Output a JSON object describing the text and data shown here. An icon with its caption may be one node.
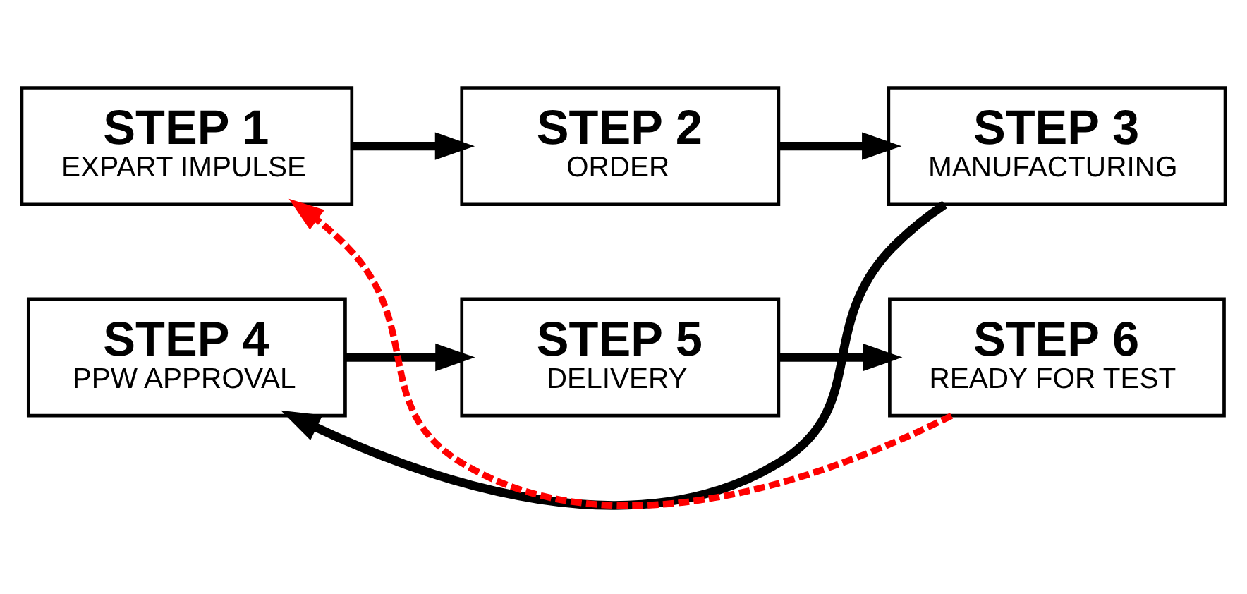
{
  "diagram": {
    "nodes": [
      {
        "text": [
          "STEP 1",
          "EXPART IMPULSE"
        ]
      },
      {
        "text": [
          "STEP 2",
          "ORDER"
        ]
      },
      {
        "text": [
          "STEP 3",
          "MANUFACTURING"
        ]
      },
      {
        "text": [
          "STEP 4",
          "PPW APPROVAL"
        ]
      },
      {
        "text": [
          "STEP 5",
          "DELIVERY"
        ]
      },
      {
        "text": [
          "STEP 6",
          "READY FOR TEST"
        ]
      }
    ],
    "edges": [
      {
        "from": 0,
        "to": 1,
        "arrow": "to"
      },
      {
        "from": 1,
        "to": 2,
        "arrow": "to"
      },
      {
        "from": 2,
        "to": 3,
        "arrow": "to"
      },
      {
        "from": 3,
        "to": 4,
        "arrow": "to"
      },
      {
        "from": 4,
        "to": 5,
        "arrow": "to"
      },
      {
        "from": 5,
        "to": 0,
        "arrow": "to",
        "style": "dashed",
        "color": "#ff0000"
      }
    ]
  }
}
